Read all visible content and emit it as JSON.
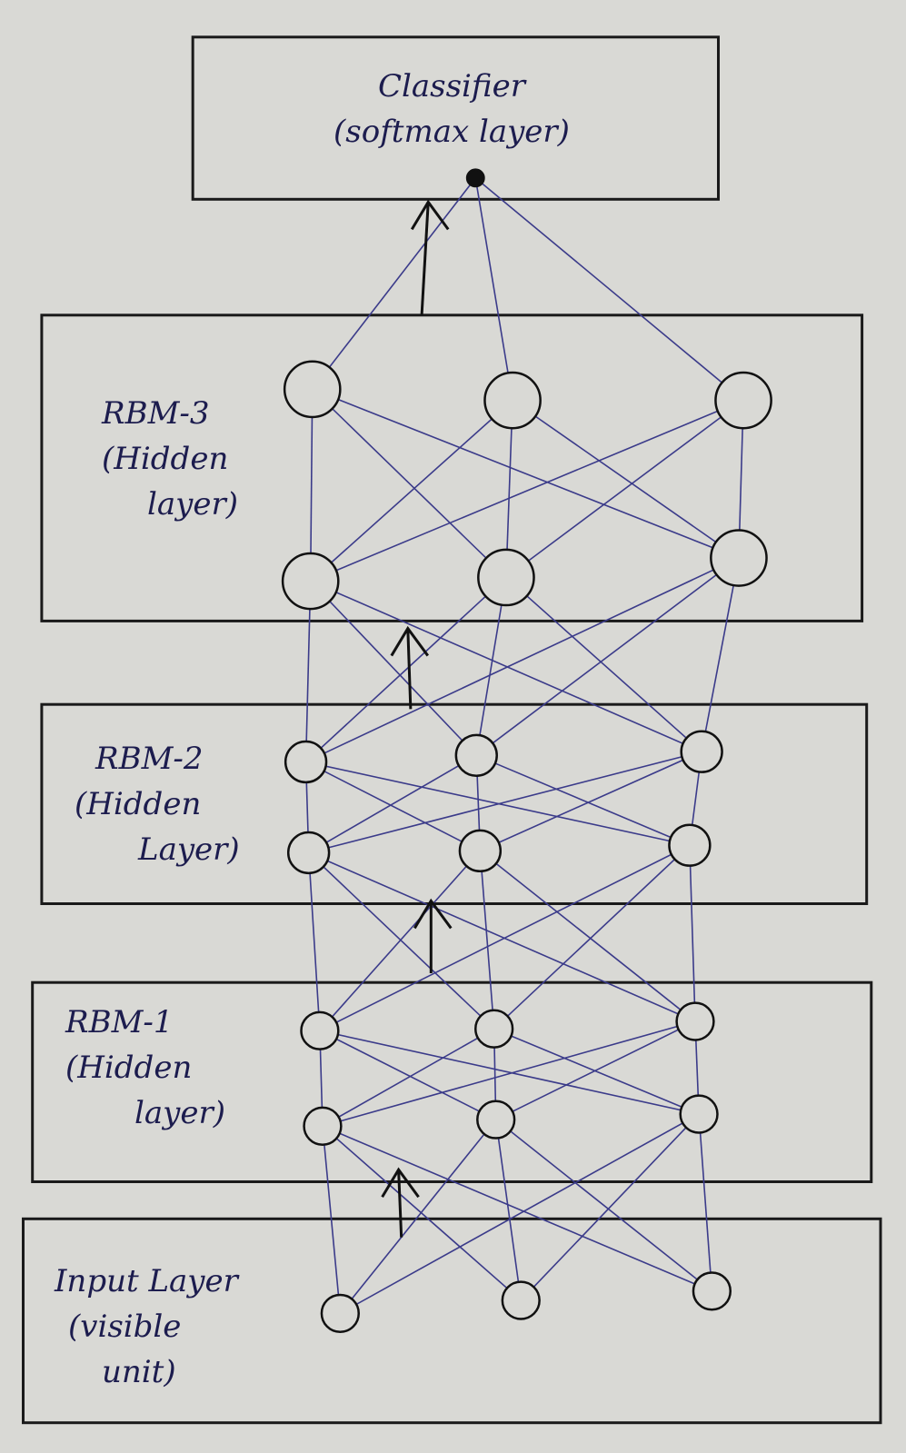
{
  "colors": {
    "paper": "#d9d9d5",
    "ink": "#1c1c4e",
    "box": "#1a1a1a",
    "edge": "#3b3b8a"
  },
  "classifier": {
    "line1": "Classifier",
    "line2": "(softmax layer)"
  },
  "layers": [
    {
      "id": "rbm3",
      "line1": "RBM-3",
      "line2": "(Hidden",
      "line3": "layer)"
    },
    {
      "id": "rbm2",
      "line1": "RBM-2",
      "line2": "(Hidden",
      "line3": "Layer)"
    },
    {
      "id": "rbm1",
      "line1": "RBM-1",
      "line2": "(Hidden",
      "line3": "layer)"
    },
    {
      "id": "input",
      "line1": "Input Layer",
      "line2": "(visible",
      "line3": "unit)"
    }
  ],
  "structure": {
    "units_per_row": 3,
    "rows_per_rbm": 2,
    "input_rows": 1,
    "classifier_output_units": 1
  }
}
